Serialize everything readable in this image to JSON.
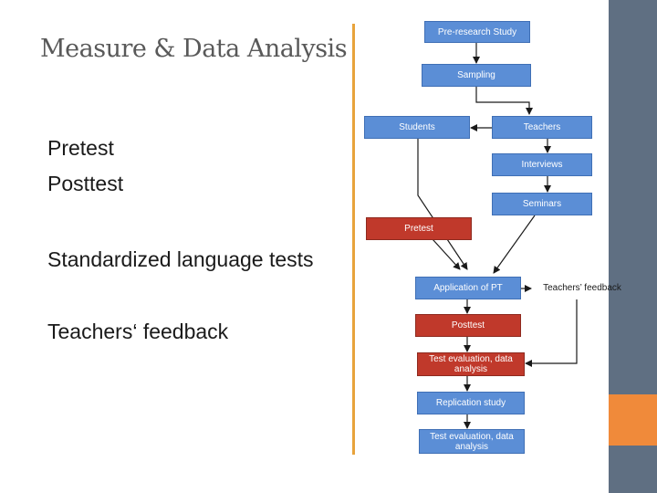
{
  "slide": {
    "title": "Measure & Data Analysis",
    "bullets": [
      "Pretest",
      "Posttest",
      "Standardized language tests",
      "Teachers‘ feedback"
    ]
  },
  "flowchart": {
    "nodes": {
      "pre_research": "Pre-research Study",
      "sampling": "Sampling",
      "students": "Students",
      "teachers": "Teachers",
      "interviews": "Interviews",
      "seminars": "Seminars",
      "pretest": "Pretest",
      "application": "Application of PT",
      "teachers_feedback": "Teachers’ feedback",
      "posttest": "Posttest",
      "test_eval_1": "Test evaluation, data analysis",
      "replication": "Replication study",
      "test_eval_2": "Test evaluation, data analysis"
    }
  },
  "colors": {
    "node_blue": "#5b8ed6",
    "node_red": "#c0392b",
    "accent_orange": "#f08a3a",
    "sidebar_gray": "#5f6f82"
  }
}
